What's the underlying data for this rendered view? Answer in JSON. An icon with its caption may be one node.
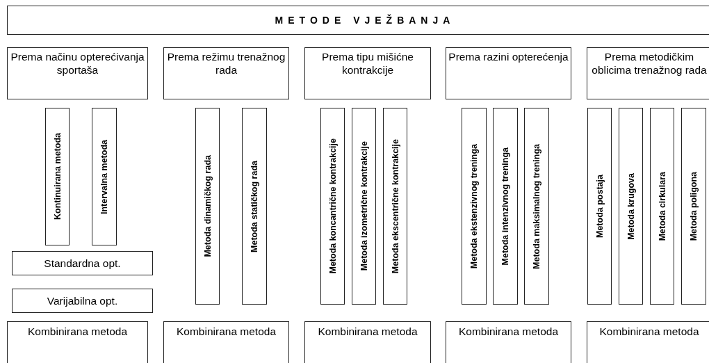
{
  "diagram": {
    "nodes": [
      {
        "text": [
          "METODE VJEŽBANJA"
        ]
      },
      {
        "text": [
          "Prema načinu opterećivanja sportaša"
        ]
      },
      {
        "text": [
          "Prema režimu trenažnog rada"
        ]
      },
      {
        "text": [
          "Prema tipu mišićne kontrakcije"
        ]
      },
      {
        "text": [
          "Prema razini opterećenja"
        ]
      },
      {
        "text": [
          "Prema metodičkim oblicima trenažnog rada"
        ]
      },
      {
        "text": [
          "Kontinuirana metoda"
        ]
      },
      {
        "text": [
          "Intervalna metoda"
        ]
      },
      {
        "text": [
          "Standardna opt."
        ]
      },
      {
        "text": [
          "Varijabilna opt."
        ]
      },
      {
        "text": [
          "Metoda dinamičkog rada"
        ]
      },
      {
        "text": [
          "Metoda statičkog rada"
        ]
      },
      {
        "text": [
          "Metoda koncantrične kontrakcije"
        ]
      },
      {
        "text": [
          "Metoda izometrične kontrakcije"
        ]
      },
      {
        "text": [
          "Metoda ekscentrične kontrakcije"
        ]
      },
      {
        "text": [
          "Metoda ekstenzivnog treninga"
        ]
      },
      {
        "text": [
          "Metoda intenzivnog treninga"
        ]
      },
      {
        "text": [
          "Metoda maksimalnog treninga"
        ]
      },
      {
        "text": [
          "Metoda postaja"
        ]
      },
      {
        "text": [
          "Metoda krugova"
        ]
      },
      {
        "text": [
          "Metoda cirkulara"
        ]
      },
      {
        "text": [
          "Metoda poligona"
        ]
      },
      {
        "text": [
          "Kombinirana metoda"
        ]
      },
      {
        "text": [
          "Kombinirana metoda"
        ]
      },
      {
        "text": [
          "Kombinirana metoda"
        ]
      },
      {
        "text": [
          "Kombinirana metoda"
        ]
      },
      {
        "text": [
          "Kombinirana metoda"
        ]
      }
    ]
  }
}
